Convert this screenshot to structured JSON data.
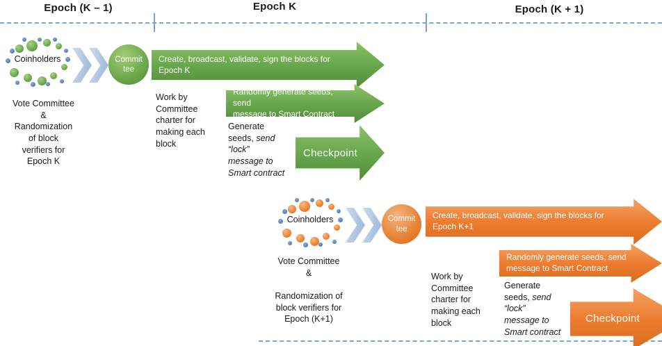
{
  "palette": {
    "green": "#6aa84f",
    "orange": "#ed7d31",
    "chevron_blue": "#aac4e1",
    "dot_blue": "#5b87be",
    "timeline_blue": "#7ea2ca",
    "arrow_text_color": "#ffffff",
    "body_text_color": "#1a1a1a"
  },
  "header": {
    "epochs": [
      "Epoch (K – 1)",
      "Epoch K",
      "Epoch (K + 1)"
    ]
  },
  "green_flow": {
    "coinholders_label": "Coinholders",
    "committee_label": "Commit\ntee",
    "vote_text": "Vote Committee\n&\nRandomization\nof block\nverifiers for\nEpoch K",
    "arrow_create": "Create, broadcast, validate, sign the blocks for\nEpoch K",
    "work_text": "Work by\nCommittee\ncharter for\nmaking each\nblock",
    "arrow_random": "Randomly generate seeds,  send\nmessage to Smart Contract",
    "generate_text_normal": "Generate\nseeds, ",
    "generate_text_italic": "send\n“lock”\nmessage to\nSmart contract",
    "checkpoint_label": "Checkpoint"
  },
  "orange_flow": {
    "coinholders_label": "Coinholders",
    "committee_label": "Commit\ntee",
    "vote_text": "Vote Committee\n&\n\nRandomization of\nblock verifiers for\nEpoch (K+1)",
    "arrow_create": "Create, broadcast, validate, sign the blocks for\nEpoch K+1",
    "work_text": "Work by\nCommittee\ncharter for\nmaking each\nblock",
    "arrow_random": "Randomly generate  seeds, send\nmessage to Smart Contract",
    "generate_text_normal": "Generate\nseeds, ",
    "generate_text_italic": "send\n“lock”\nmessage to\nSmart contract",
    "checkpoint_label": "Checkpoint"
  }
}
